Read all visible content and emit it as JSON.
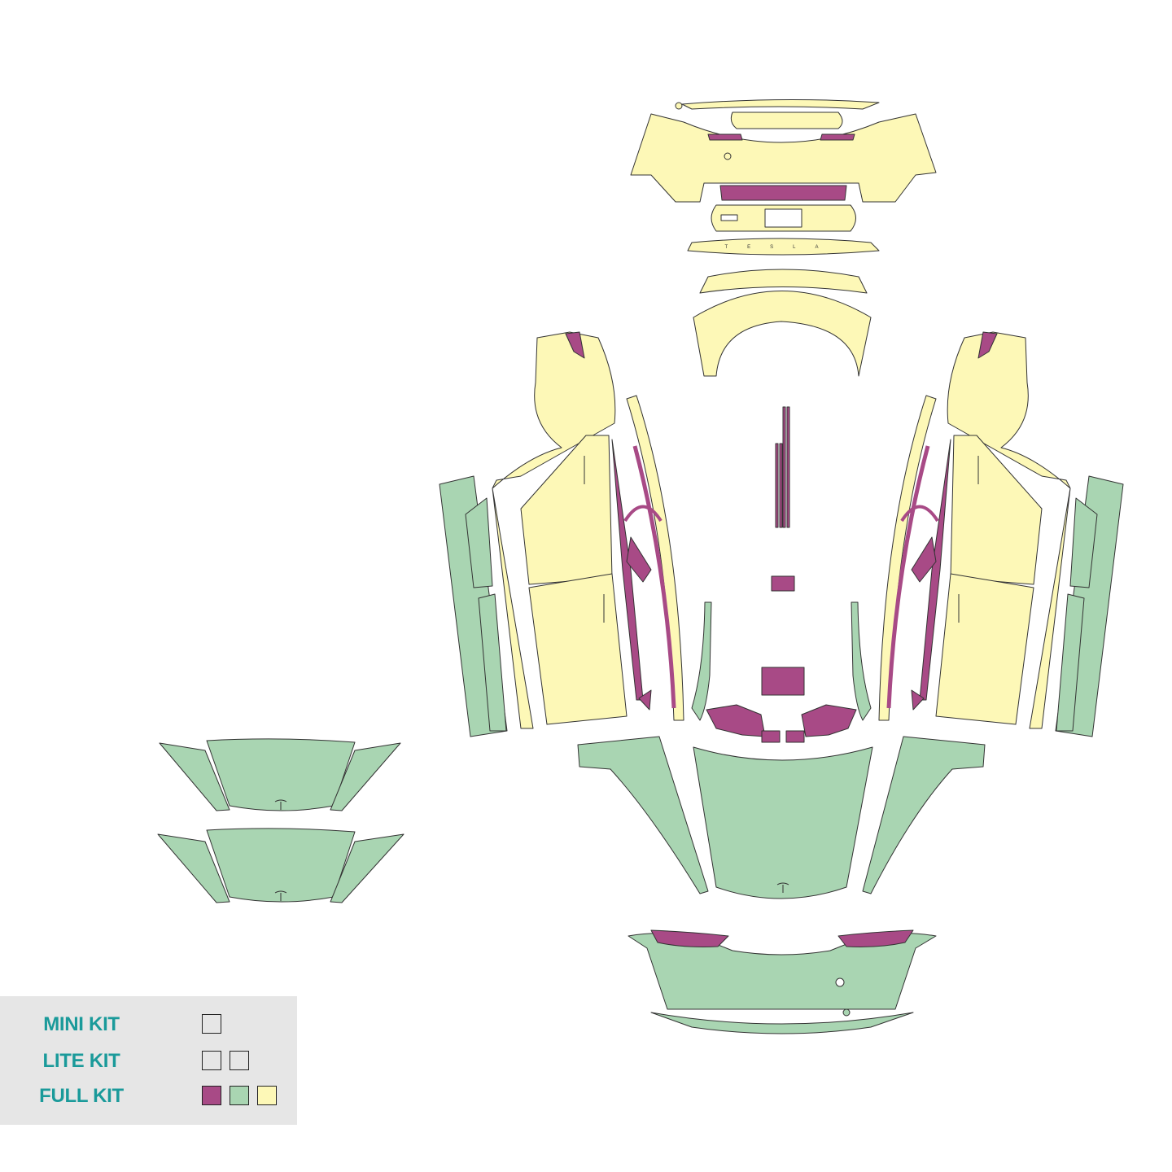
{
  "colors": {
    "magenta": "#a84a86",
    "green": "#a9d5b2",
    "yellow": "#fdf8b7",
    "legend_bg": "#e6e6e6",
    "legend_text": "#1a9a9a",
    "empty": "#e6e6e6"
  },
  "legend": {
    "rows": [
      {
        "label": "MINI KIT",
        "swatches": [
          "empty"
        ]
      },
      {
        "label": "LITE KIT",
        "swatches": [
          "empty",
          "empty"
        ]
      },
      {
        "label": "FULL KIT",
        "swatches": [
          "magenta",
          "green",
          "yellow"
        ]
      }
    ]
  },
  "badge_text": "TESLA"
}
